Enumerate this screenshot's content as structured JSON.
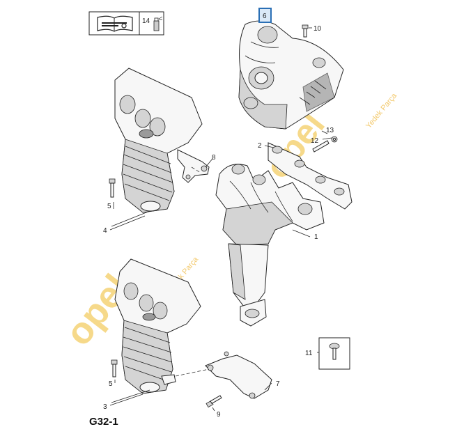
{
  "figure_label": "G32-1",
  "header_box": {
    "ref_number": "14"
  },
  "callouts": [
    "1",
    "2",
    "3",
    "4",
    "5",
    "5",
    "6",
    "7",
    "8",
    "9",
    "10",
    "11",
    "12",
    "13"
  ],
  "highlighted_callout": "6",
  "watermark": {
    "brand": "opel",
    "subtext": "Yedek Parça"
  },
  "colors": {
    "highlight_border": "#2a6fb5",
    "highlight_fill": "#dbe9f7",
    "watermark": "#f6d98a"
  }
}
